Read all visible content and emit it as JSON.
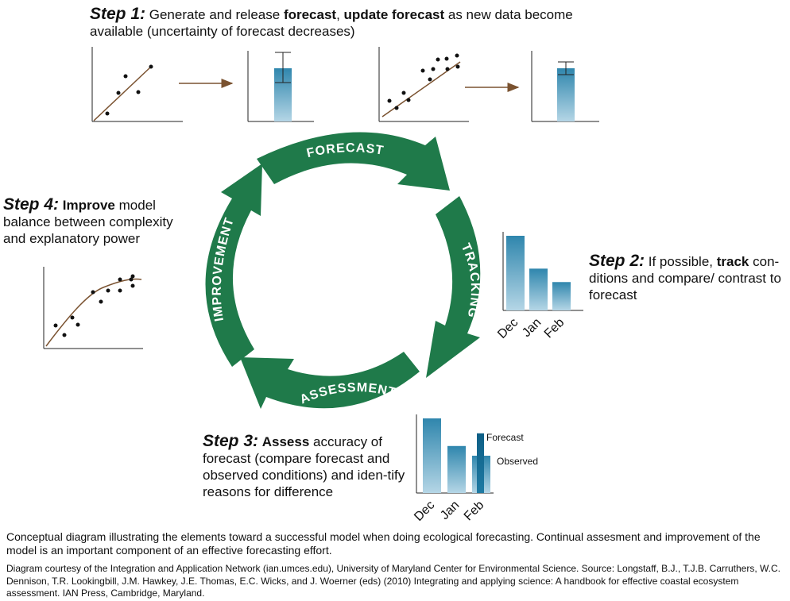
{
  "step1": {
    "head": "Step 1:",
    "t1": "Generate and release",
    "b1": "forecast",
    "t2": ",",
    "b2": "update forecast",
    "t3": "as new data become available (uncertainty of forecast decreases)"
  },
  "step2": {
    "head": "Step 2:",
    "t1": "If possible,",
    "b1": "track",
    "t2": "con-ditions and compare/ contrast to forecast"
  },
  "step3": {
    "head": "Step 3:",
    "b1": "Assess",
    "t1": "accuracy of forecast (compare forecast and observed conditions) and iden-tify reasons for difference"
  },
  "step4": {
    "head": "Step 4:",
    "b1": "Improve",
    "t1": "model balance between complexity and explanatory power"
  },
  "cycle": {
    "forecast": "FORECAST",
    "tracking": "TRACKING",
    "assessment": "ASSESSMENT",
    "improvement": "IMPROVEMENT"
  },
  "tracking_chart": {
    "categories": [
      "Dec",
      "Jan",
      "Feb"
    ],
    "values": [
      100,
      56,
      38
    ]
  },
  "assessment_chart": {
    "categories": [
      "Dec",
      "Jan",
      "Feb"
    ],
    "values": [
      100,
      63,
      50
    ],
    "forecast_feb": 80,
    "label_forecast": "Forecast",
    "label_observed": "Observed"
  },
  "caption": "Conceptual diagram illustrating the elements toward a successful model when doing ecological forecasting. Continual assesment and improvement of the model is an important component of an effective forecasting effort.",
  "credit": "Diagram courtesy of the Integration and Application Network (ian.umces.edu), University of Maryland Center for Environmental Science. Source: Longstaff, B.J., T.J.B. Carruthers, W.C. Dennison, T.R. Lookingbill, J.M. Hawkey, J.E. Thomas, E.C. Wicks, and J. Woerner (eds) (2010) Integrating and applying science: A handbook for effective coastal ecosystem assessment. IAN Press, Cambridge, Maryland.",
  "colors": {
    "cycle_green": "#1f7a4a",
    "bar_top": "#2f86ad",
    "bar_bottom": "#a9cfe1",
    "forecast_bar": "#0e5f86",
    "trend_line": "#7a5230"
  }
}
